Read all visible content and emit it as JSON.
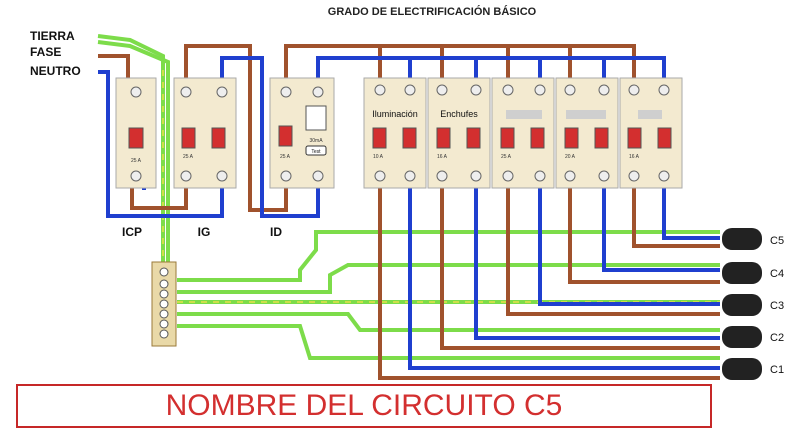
{
  "title": "GRADO DE ELECTRIFICACIÓN BÁSICO",
  "wire_labels": {
    "tierra": "TIERRA",
    "fase": "FASE",
    "neutro": "NEUTRO"
  },
  "device_labels": {
    "icp": "ICP",
    "ig": "IG",
    "id": "ID"
  },
  "device_ratings": {
    "icp": "25 A",
    "ig": "25 A",
    "id": "25 A",
    "id_sensitivity": "30mA",
    "id_test": "Test"
  },
  "circuits": [
    {
      "label": "Iluminación",
      "rating": "10 A"
    },
    {
      "label": "Enchufes",
      "rating": "16 A"
    },
    {
      "label": "",
      "rating": "25 A"
    },
    {
      "label": "",
      "rating": "20 A"
    },
    {
      "label": "",
      "rating": "16 A"
    }
  ],
  "cable_labels": [
    "C5",
    "C4",
    "C3",
    "C2",
    "C1"
  ],
  "circuit_name_text": "NOMBRE DEL CIRCUITO C5",
  "colors": {
    "fase": "#a0522d",
    "neutro": "#1f3fcf",
    "tierra": "#7ddc4a",
    "tierra_stripe": "#e8e04a",
    "banner": "#d32f2f"
  }
}
